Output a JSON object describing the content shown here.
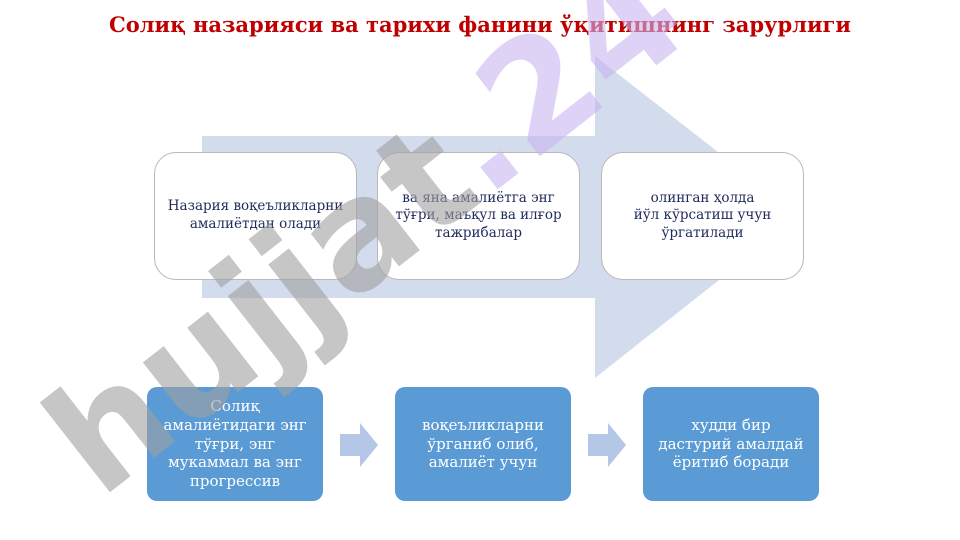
{
  "title": "Солиқ назарияси ва тарихи фанини ўқитишнинг зарурлиги",
  "top_boxes": [
    {
      "text": "Назария воқеъликларни\nамалиётдан олади"
    },
    {
      "text": "ва яна амалиётга энг\nтўғри, маъқул ва илғор\nтажрибалар"
    },
    {
      "text": "олинган ҳолда\nйўл кўрсатиш учун\nўргатилади"
    }
  ],
  "bottom_boxes": [
    {
      "text": "Солиқ\nамалиётидаги энг\nтўғри, энг\nмукаммал ва энг\nпрогрессив"
    },
    {
      "text": "воқеъликларни\nўрганиб олиб,\nамалиёт учун"
    },
    {
      "text": "худди бир\nдастурий амалдай\nёритиб боради"
    }
  ],
  "watermark": {
    "text": "hujjat.24"
  },
  "colors": {
    "title": "#c00000",
    "big_arrow": "#d2dcec",
    "box_fill": "#5b9bd5",
    "small_arrow": "#b4c7e7",
    "watermark_gray": "#a0a0a0",
    "watermark_purple": "#c8b4f0"
  }
}
